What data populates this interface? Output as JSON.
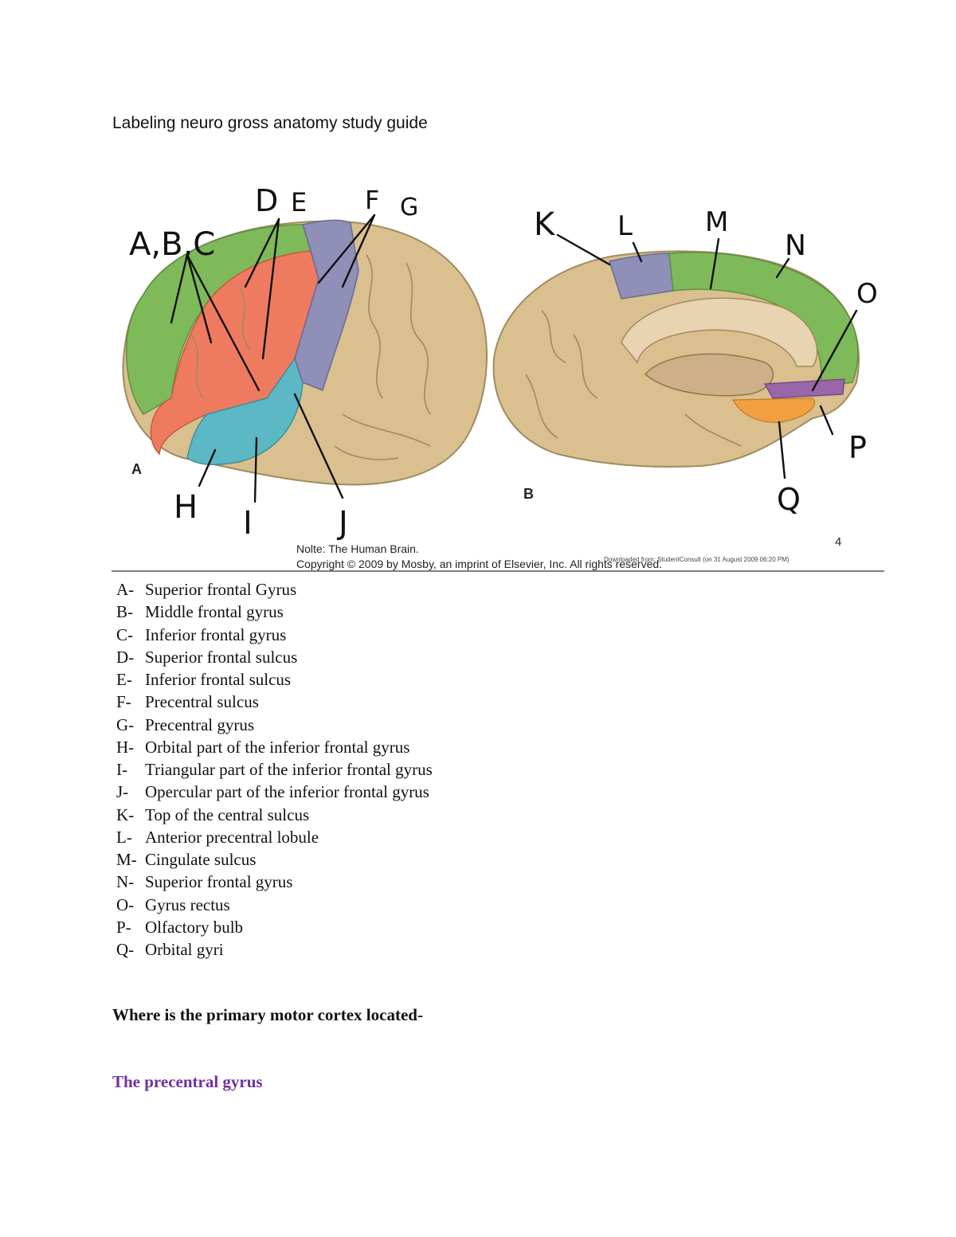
{
  "title": "Labeling neuro gross anatomy study guide",
  "figure": {
    "panel_a_label": "A",
    "panel_b_label": "B",
    "handwritten_labels": [
      "A,B,C",
      "D",
      "E",
      "F",
      "G",
      "H",
      "I",
      "J",
      "K",
      "L",
      "M",
      "N",
      "O",
      "P",
      "Q"
    ],
    "page_number": "4",
    "credit_line_1": "Nolte: The Human Brain.",
    "credit_line_2": "Copyright © 2009 by Mosby, an imprint of Elsevier, Inc. All rights reserved.",
    "download_note": "Downloaded from: StudentConsult (on 31 August 2009 06:20 PM)",
    "colors": {
      "green": "#7fba5a",
      "salmon": "#ee7b60",
      "teal": "#5bb8c4",
      "lavender": "#8f8fb8",
      "tan": "#d9c08e",
      "purple": "#9966aa",
      "orange": "#f0a040"
    }
  },
  "labels": [
    {
      "letter": "A-",
      "text": "Superior frontal Gyrus"
    },
    {
      "letter": "B-",
      "text": "Middle frontal gyrus"
    },
    {
      "letter": "C-",
      "text": "Inferior frontal gyrus"
    },
    {
      "letter": "D-",
      "text": "Superior frontal sulcus"
    },
    {
      "letter": "E-",
      "text": "Inferior frontal sulcus"
    },
    {
      "letter": "F-",
      "text": "Precentral sulcus"
    },
    {
      "letter": "G-",
      "text": "Precentral gyrus"
    },
    {
      "letter": "H-",
      "text": "Orbital part of the inferior frontal gyrus"
    },
    {
      "letter": "I-",
      "text": "Triangular part of the inferior frontal gyrus"
    },
    {
      "letter": "J-",
      "text": "Opercular part of the inferior frontal gyrus"
    },
    {
      "letter": "K-",
      "text": "Top of the central sulcus"
    },
    {
      "letter": "L-",
      "text": "Anterior precentral lobule"
    },
    {
      "letter": "M-",
      "text": "Cingulate sulcus"
    },
    {
      "letter": "N-",
      "text": "Superior frontal gyrus"
    },
    {
      "letter": "O-",
      "text": "Gyrus rectus"
    },
    {
      "letter": "P-",
      "text": "Olfactory bulb"
    },
    {
      "letter": "Q-",
      "text": "Orbital gyri"
    }
  ],
  "question": "Where is the primary motor cortex located-",
  "answer": "The precentral gyrus"
}
